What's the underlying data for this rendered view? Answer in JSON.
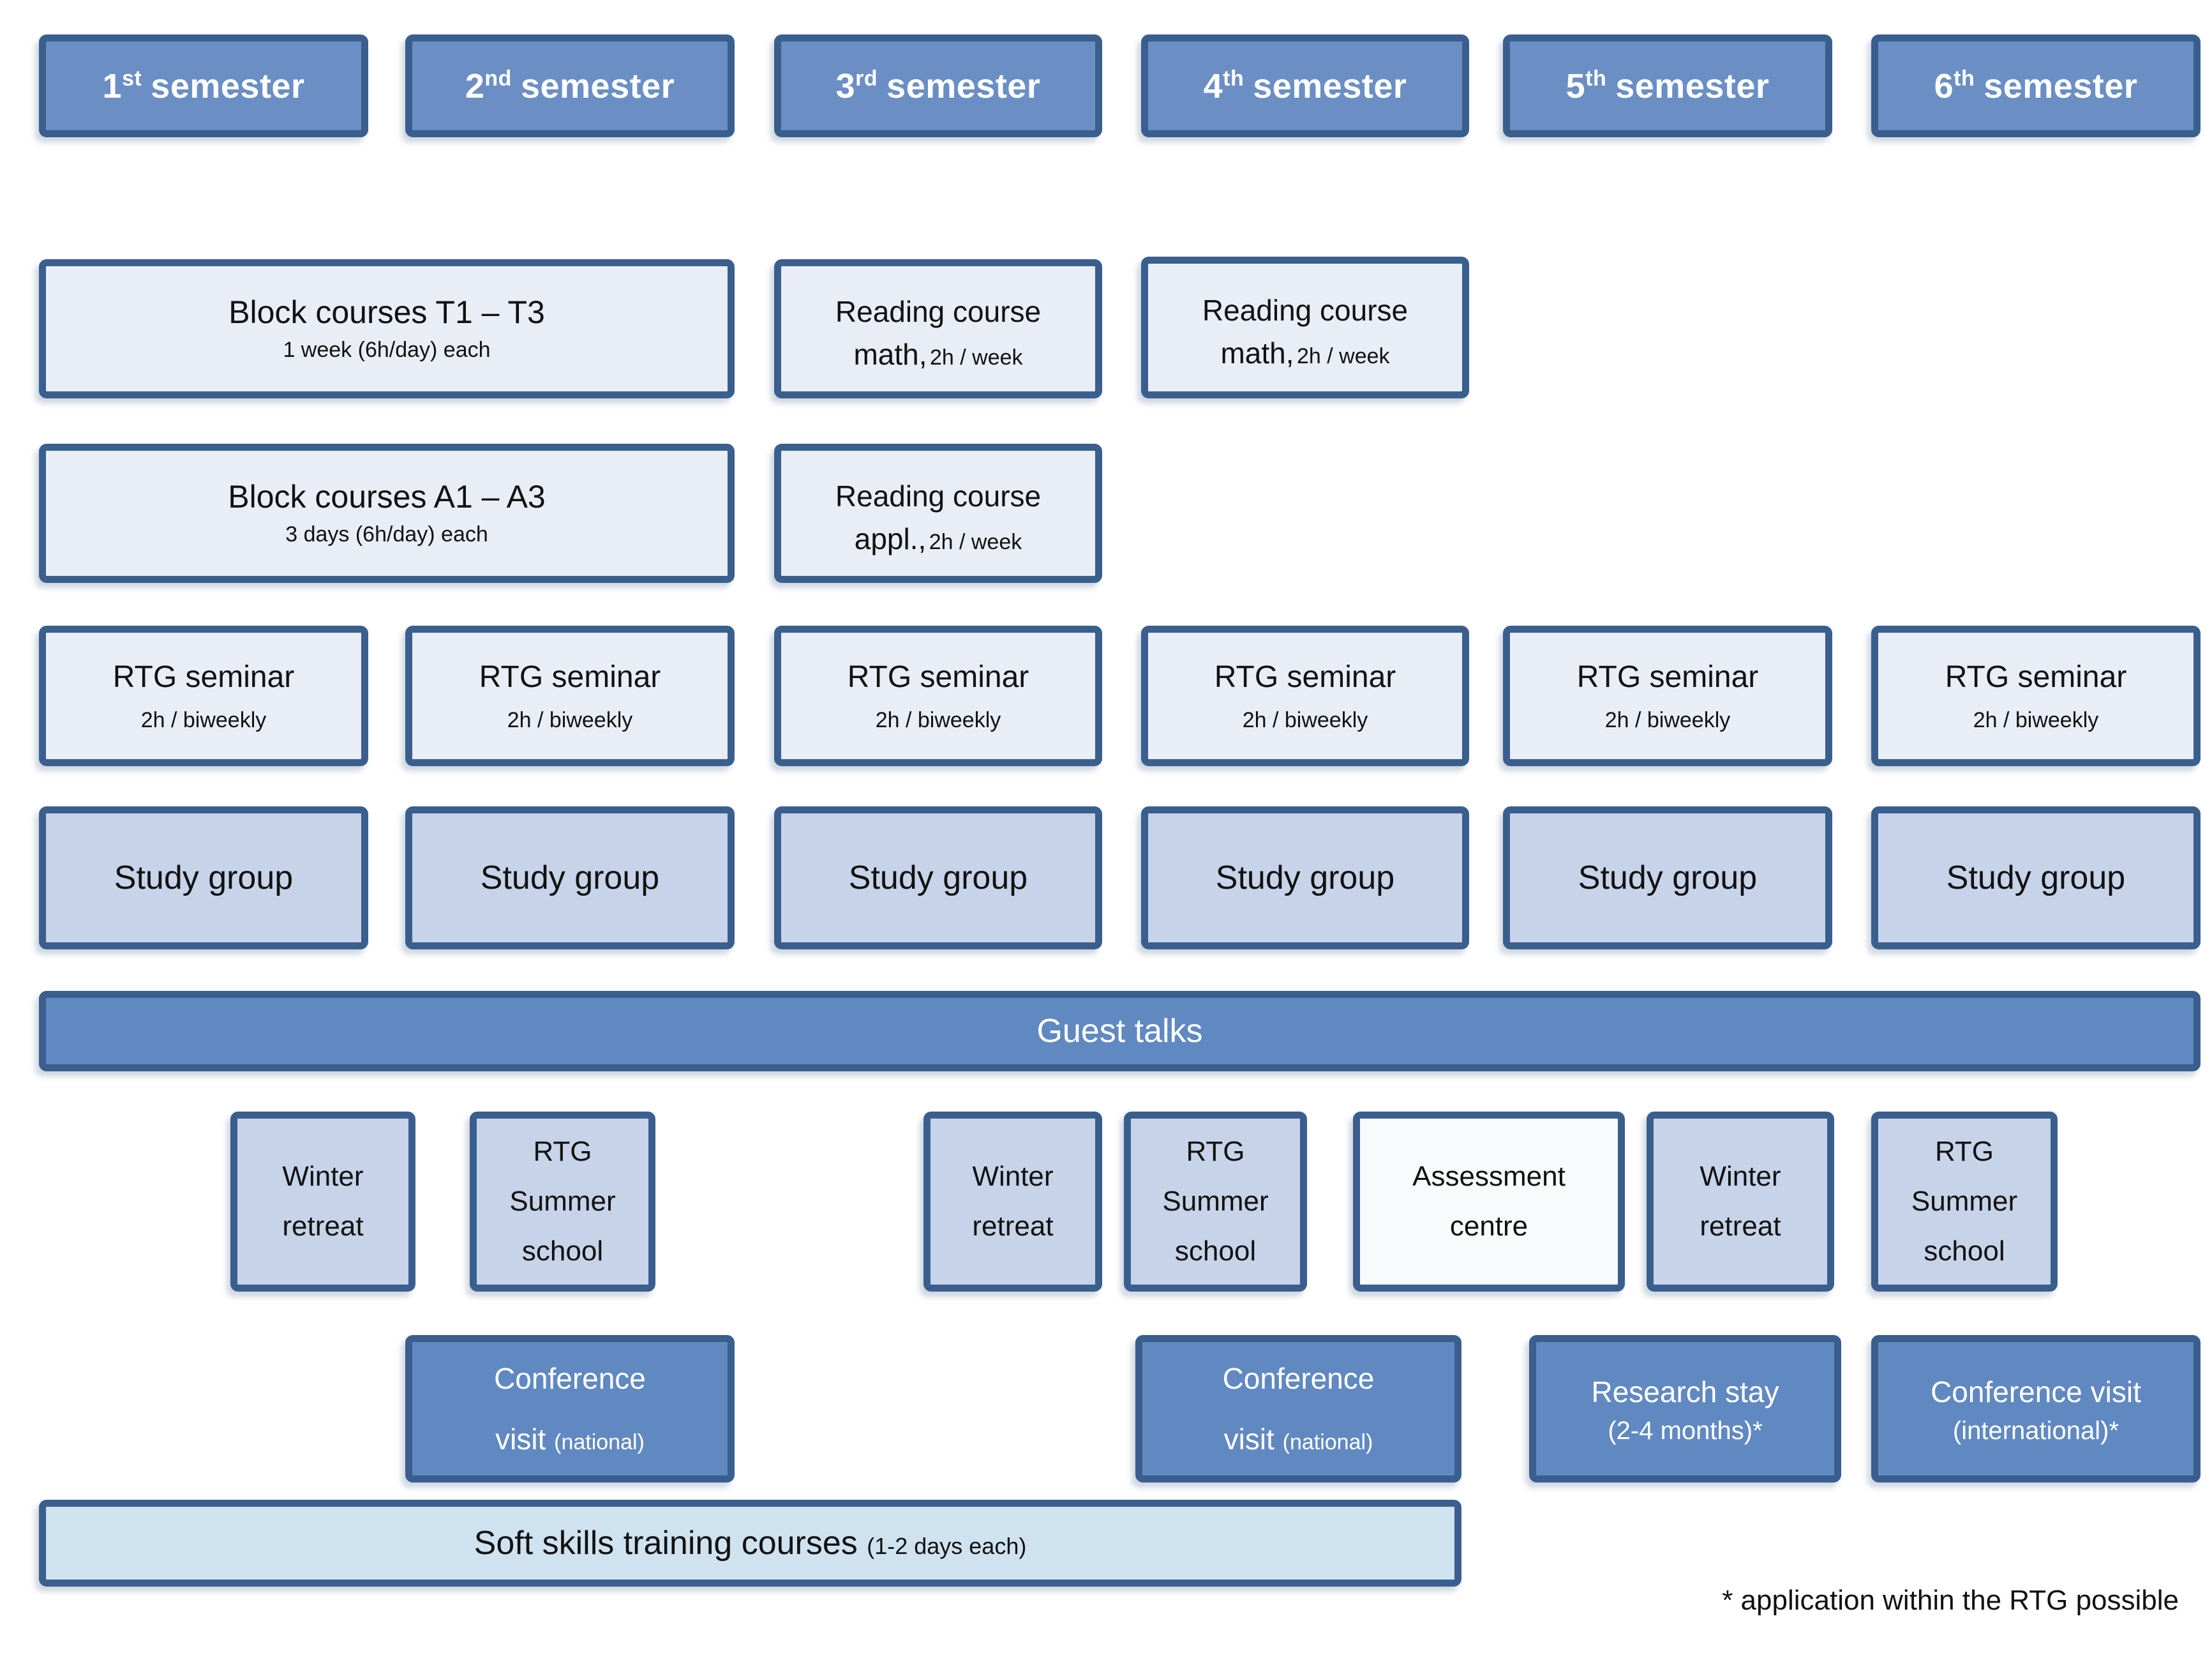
{
  "palette": {
    "border_dark_blue": "#3a5f8e",
    "medium_blue_fill": "#6189c1",
    "header_blue_fill": "#6b8fc4",
    "pale_blue_fill": "#e9edf6",
    "light_blue_fill": "#c6d3e9",
    "soft_skills_fill": "#cfe2ef",
    "assessment_fill": "#f8fafc",
    "text_dark": "#111111",
    "text_white": "#ffffff"
  },
  "semesters": [
    {
      "n": "1",
      "sup": "st",
      "word": "semester"
    },
    {
      "n": "2",
      "sup": "nd",
      "word": "semester"
    },
    {
      "n": "3",
      "sup": "rd",
      "word": "semester"
    },
    {
      "n": "4",
      "sup": "th",
      "word": "semester"
    },
    {
      "n": "5",
      "sup": "th",
      "word": "semester"
    },
    {
      "n": "6",
      "sup": "th",
      "word": "semester"
    }
  ],
  "course_boxes": {
    "block_t": {
      "title": "Block courses T1 – T3",
      "subtitle": "1 week (6h/day) each"
    },
    "block_a": {
      "title": "Block courses A1 – A3",
      "subtitle": "3 days (6h/day) each"
    },
    "reading_math": {
      "line1": "Reading course",
      "emph": "math,",
      "small": "2h / week"
    },
    "reading_appl": {
      "line1": "Reading course",
      "emph": "appl.,",
      "small": "2h / week"
    }
  },
  "rtg_seminar": {
    "title": "RTG seminar",
    "subtitle": "2h / biweekly"
  },
  "study_group": {
    "label": "Study group"
  },
  "guest_talks": {
    "label": "Guest talks"
  },
  "events": {
    "winter_retreat": {
      "line1": "Winter",
      "line2": "retreat"
    },
    "summer_school": {
      "line1": "RTG",
      "line2": "Summer",
      "line3": "school"
    },
    "assessment_centre": {
      "line1": "Assessment",
      "line2": "centre"
    }
  },
  "travel": {
    "conference_national": {
      "line1": "Conference",
      "line2": "visit",
      "paren": "(national)"
    },
    "research_stay": {
      "line1": "Research stay",
      "line2": "(2-4 months)*"
    },
    "conference_international": {
      "line1": "Conference visit",
      "line2": "(international)*"
    }
  },
  "soft_skills": {
    "title": "Soft skills training courses",
    "paren": "(1-2 days each)"
  },
  "footnote": "* application within the RTG possible"
}
